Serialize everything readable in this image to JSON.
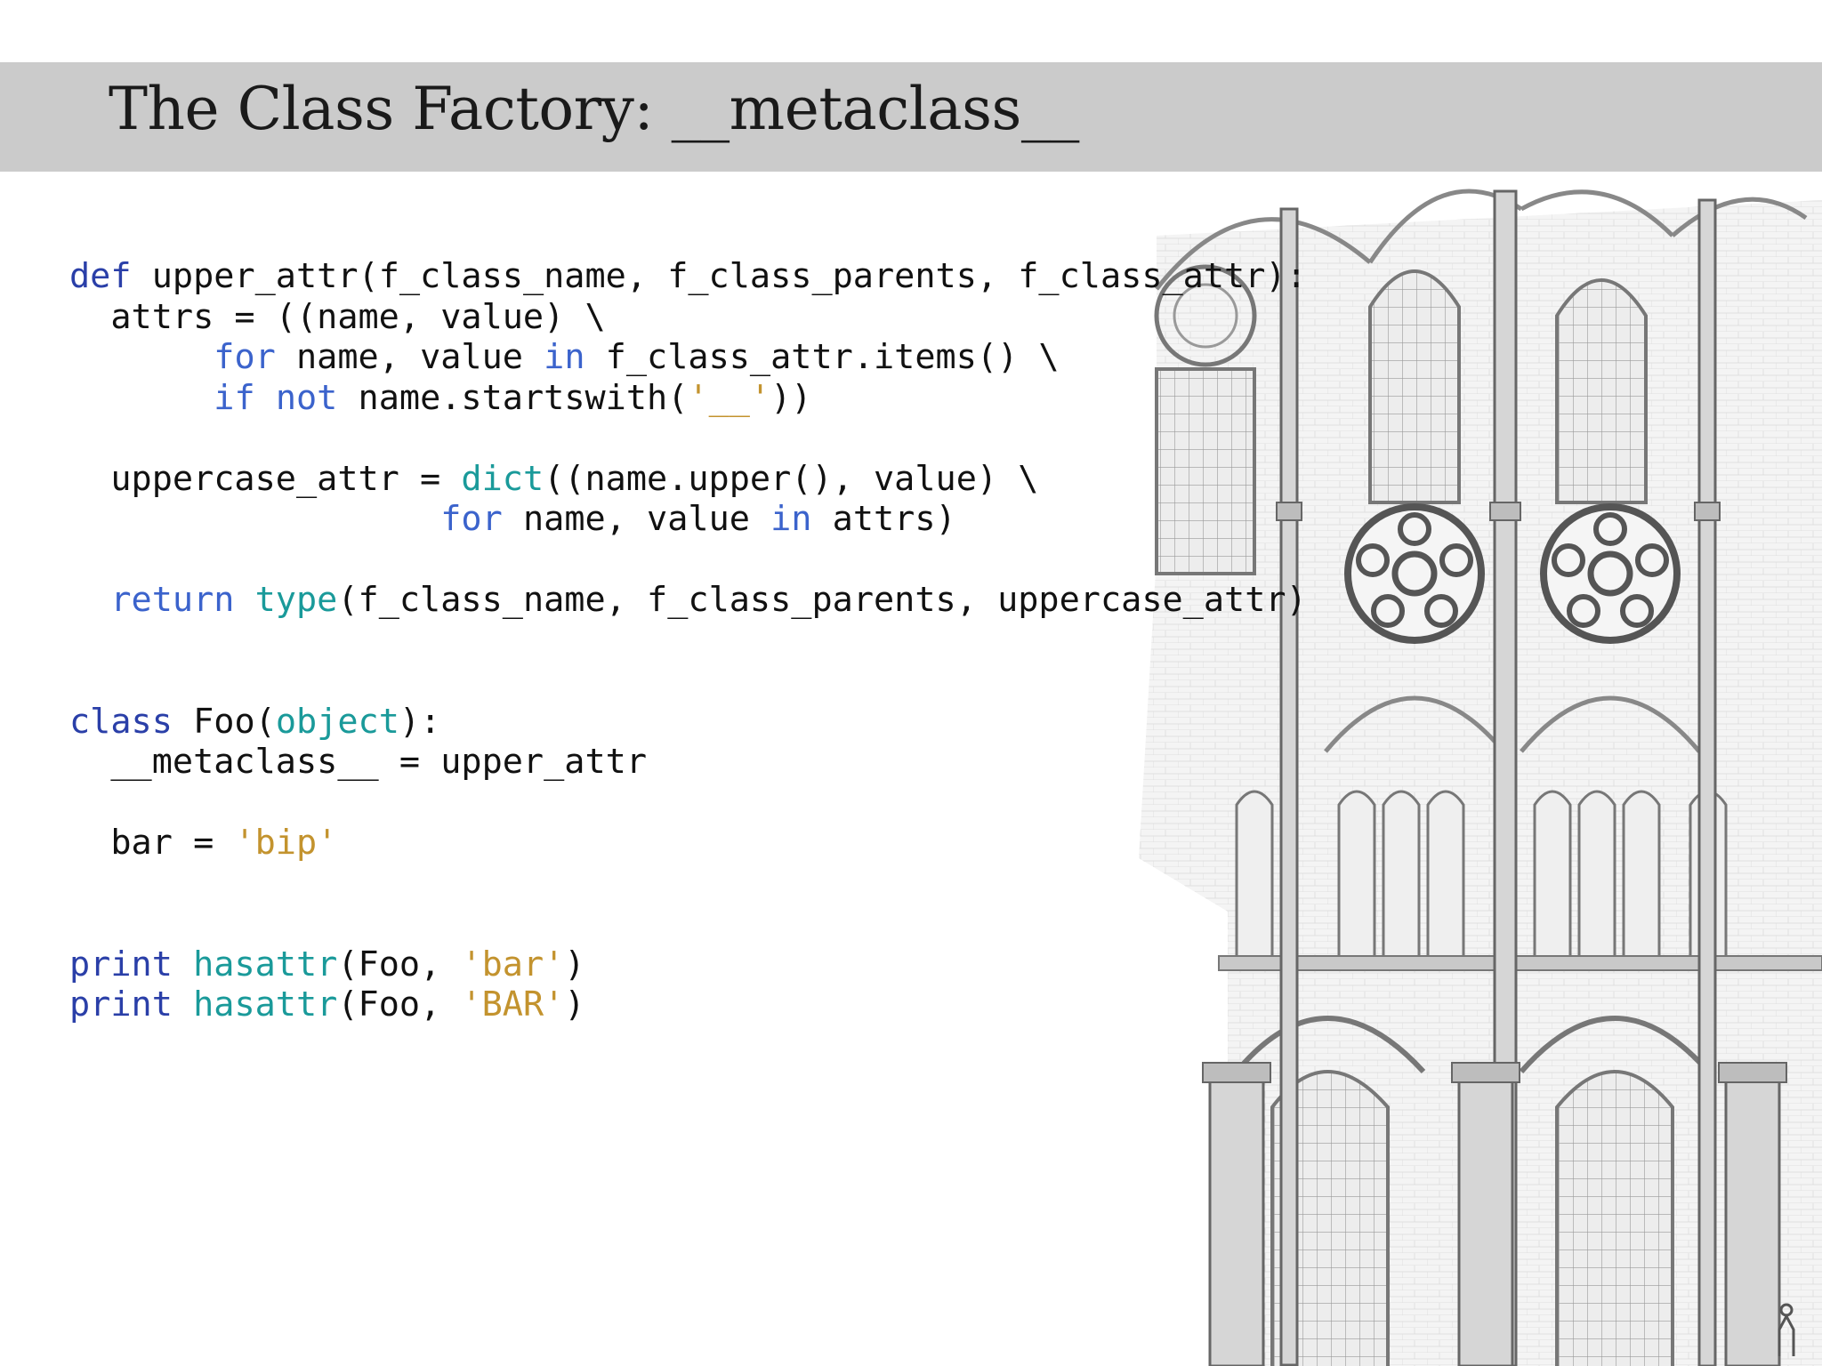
{
  "slide": {
    "title": "The Class Factory: __metaclass__"
  },
  "code": {
    "lines": [
      [
        {
          "t": "def",
          "c": "kw"
        },
        {
          "t": " upper_attr(f_class_name, f_class_parents, f_class_attr):",
          "c": ""
        }
      ],
      [
        {
          "t": "  attrs = ((name, value) \\",
          "c": ""
        }
      ],
      [
        {
          "t": "       ",
          "c": ""
        },
        {
          "t": "for",
          "c": "kw2"
        },
        {
          "t": " name, value ",
          "c": ""
        },
        {
          "t": "in",
          "c": "kw2"
        },
        {
          "t": " f_class_attr.items() \\",
          "c": ""
        }
      ],
      [
        {
          "t": "       ",
          "c": ""
        },
        {
          "t": "if",
          "c": "kw2"
        },
        {
          "t": " ",
          "c": ""
        },
        {
          "t": "not",
          "c": "kw2"
        },
        {
          "t": " name.startswith(",
          "c": ""
        },
        {
          "t": "'__'",
          "c": "str"
        },
        {
          "t": "))",
          "c": ""
        }
      ],
      [
        {
          "t": "",
          "c": ""
        }
      ],
      [
        {
          "t": "  uppercase_attr = ",
          "c": ""
        },
        {
          "t": "dict",
          "c": "bi"
        },
        {
          "t": "((name.upper(), value) \\",
          "c": ""
        }
      ],
      [
        {
          "t": "                  ",
          "c": ""
        },
        {
          "t": "for",
          "c": "kw2"
        },
        {
          "t": " name, value ",
          "c": ""
        },
        {
          "t": "in",
          "c": "kw2"
        },
        {
          "t": " attrs)",
          "c": ""
        }
      ],
      [
        {
          "t": "",
          "c": ""
        }
      ],
      [
        {
          "t": "  ",
          "c": ""
        },
        {
          "t": "return",
          "c": "kw2"
        },
        {
          "t": " ",
          "c": ""
        },
        {
          "t": "type",
          "c": "bi"
        },
        {
          "t": "(f_class_name, f_class_parents, uppercase_attr)",
          "c": ""
        }
      ],
      [
        {
          "t": "",
          "c": ""
        }
      ],
      [
        {
          "t": "",
          "c": ""
        }
      ],
      [
        {
          "t": "class",
          "c": "kw"
        },
        {
          "t": " Foo(",
          "c": ""
        },
        {
          "t": "object",
          "c": "bi"
        },
        {
          "t": "):",
          "c": ""
        }
      ],
      [
        {
          "t": "  __metaclass__ = upper_attr",
          "c": ""
        }
      ],
      [
        {
          "t": "",
          "c": ""
        }
      ],
      [
        {
          "t": "  bar = ",
          "c": ""
        },
        {
          "t": "'bip'",
          "c": "str"
        }
      ],
      [
        {
          "t": "",
          "c": ""
        }
      ],
      [
        {
          "t": "",
          "c": ""
        }
      ],
      [
        {
          "t": "print",
          "c": "kw"
        },
        {
          "t": " ",
          "c": ""
        },
        {
          "t": "hasattr",
          "c": "bi"
        },
        {
          "t": "(Foo, ",
          "c": ""
        },
        {
          "t": "'bar'",
          "c": "str"
        },
        {
          "t": ")",
          "c": ""
        }
      ],
      [
        {
          "t": "print",
          "c": "kw"
        },
        {
          "t": " ",
          "c": ""
        },
        {
          "t": "hasattr",
          "c": "bi"
        },
        {
          "t": "(Foo, ",
          "c": ""
        },
        {
          "t": "'BAR'",
          "c": "str"
        },
        {
          "t": ")",
          "c": ""
        }
      ]
    ]
  },
  "colors": {
    "title_bar": "#cbcbcb",
    "keyword": "#2a3fa8",
    "keyword_light": "#3b63cc",
    "builtin": "#1a9a9a",
    "string": "#c3932e"
  },
  "illustration": {
    "icon": "gothic-cathedral-elevation-drawing"
  }
}
